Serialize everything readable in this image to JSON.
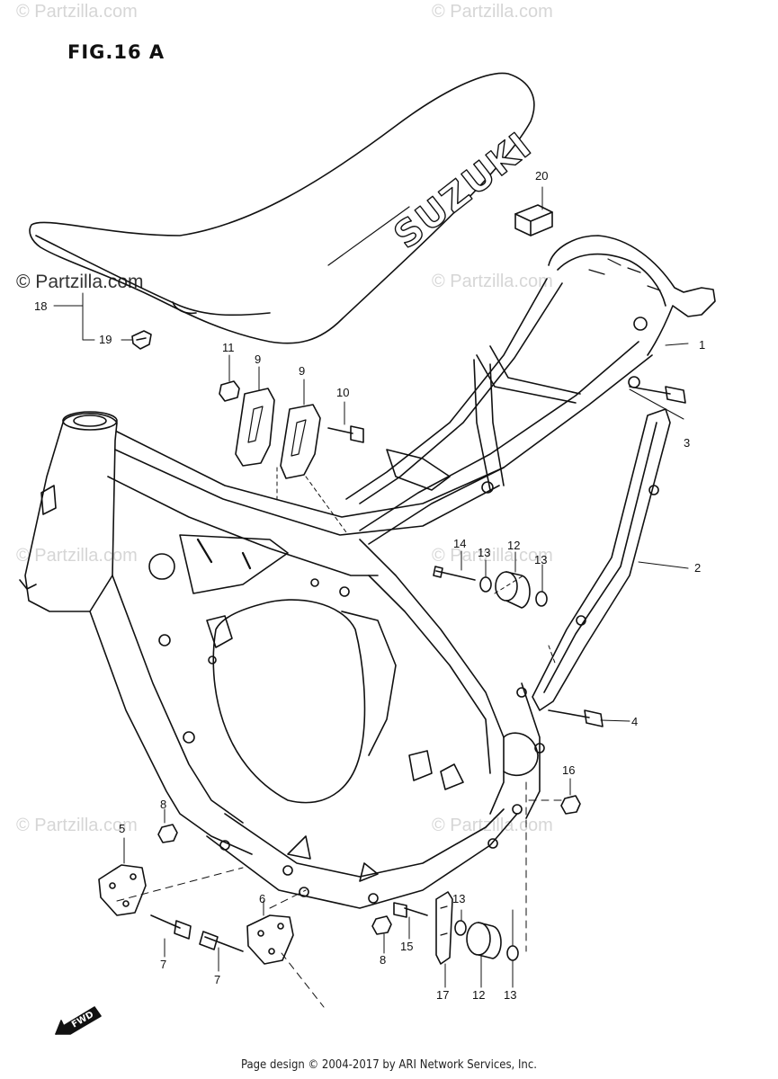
{
  "watermarks": {
    "top_left": "© Partzilla.com",
    "top_right": "© Partzilla.com",
    "mid_left": "© Partzilla.com",
    "mid_right": "© Partzilla.com",
    "lower_left": "© Partzilla.com",
    "lower_right": "© Partzilla.com",
    "bottom_left": "© Partzilla.com",
    "bottom_right": "© Partzilla.com"
  },
  "figure": {
    "title": "FIG.16 A",
    "seat_brand": "SUZUKI",
    "forward_arrow": "FWD"
  },
  "callouts": [
    "1",
    "2",
    "3",
    "4",
    "5",
    "6",
    "7",
    "7",
    "8",
    "8",
    "9",
    "9",
    "10",
    "11",
    "12",
    "12",
    "13",
    "13",
    "13",
    "13",
    "14",
    "15",
    "16",
    "17",
    "18",
    "19",
    "20"
  ],
  "footer": "Page design © 2004-2017 by ARI Network Services, Inc."
}
